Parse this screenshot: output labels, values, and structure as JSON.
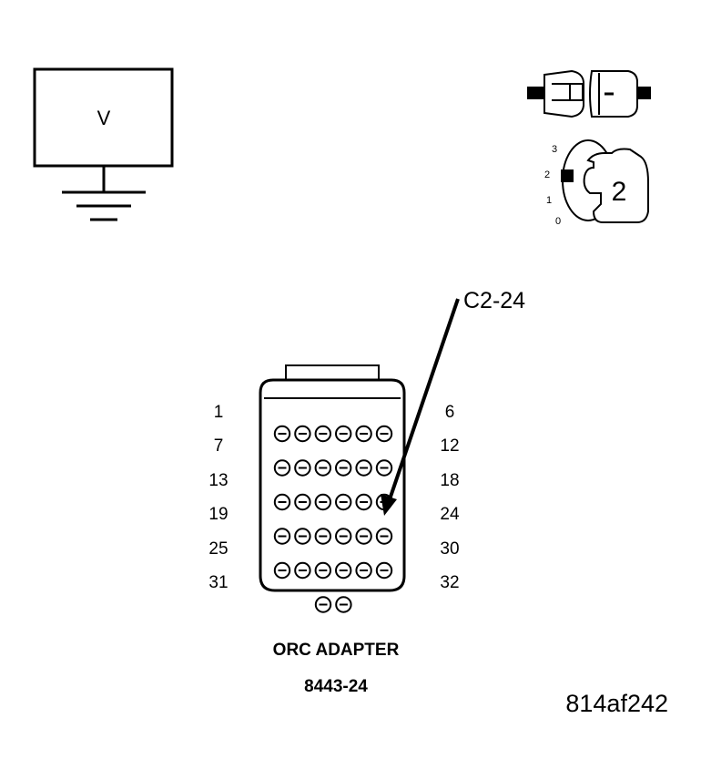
{
  "meter": {
    "label": "V"
  },
  "ignition": {
    "positions": [
      "3",
      "2",
      "1",
      "0"
    ],
    "selected": "2"
  },
  "pointer_label": "C2-24",
  "connector": {
    "row_labels_left": [
      "1",
      "7",
      "13",
      "19",
      "25",
      "31"
    ],
    "row_labels_right": [
      "6",
      "12",
      "18",
      "24",
      "30",
      "32"
    ],
    "rows": [
      6,
      6,
      6,
      6,
      6,
      2
    ],
    "highlighted_pin": 24
  },
  "caption": {
    "line1": "ORC ADAPTER",
    "line2": "8443-24"
  },
  "figure_id": "814af242"
}
